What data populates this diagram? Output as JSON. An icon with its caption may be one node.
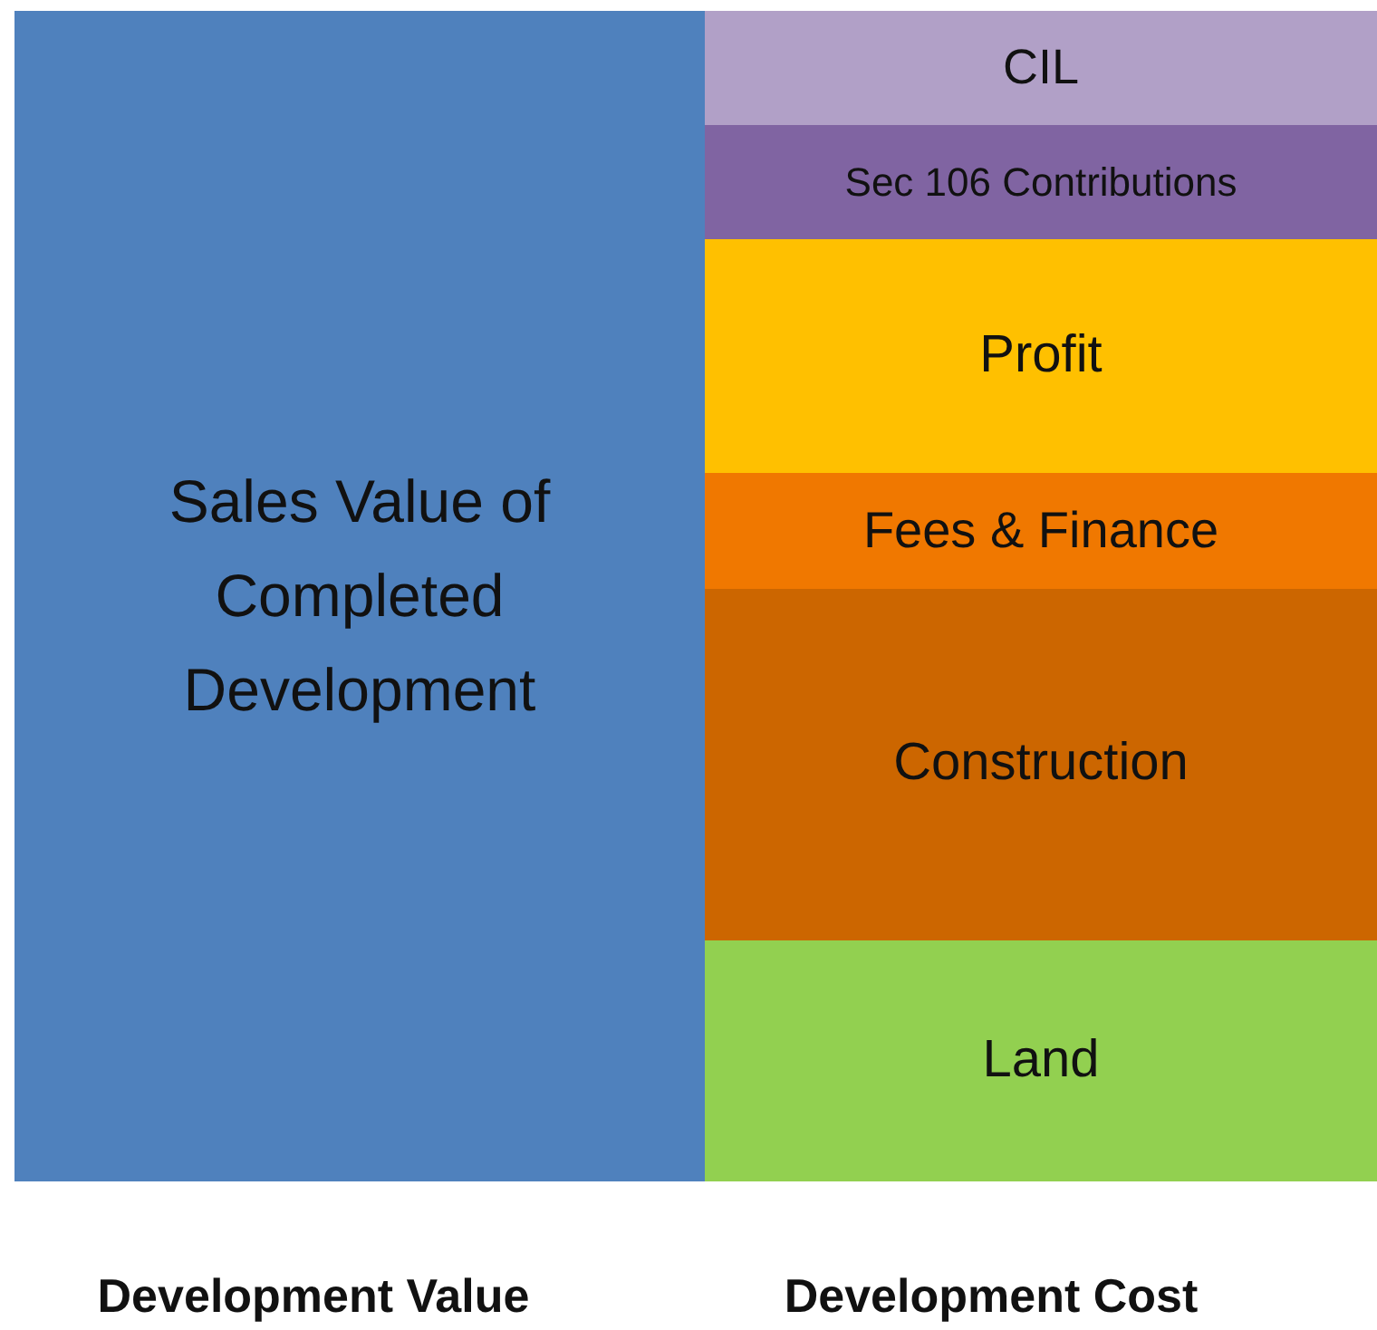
{
  "diagram": {
    "nodes": [
      {
        "text": [
          "Sales Value of Completed Development"
        ]
      },
      {
        "text": [
          "CIL"
        ]
      },
      {
        "text": [
          "Sec 106 Contributions"
        ]
      },
      {
        "text": [
          "Profit"
        ]
      },
      {
        "text": [
          "Fees & Finance"
        ]
      },
      {
        "text": [
          "Construction"
        ]
      },
      {
        "text": [
          "Land"
        ]
      }
    ],
    "labels": [
      "Development Value",
      "Development Cost"
    ]
  }
}
